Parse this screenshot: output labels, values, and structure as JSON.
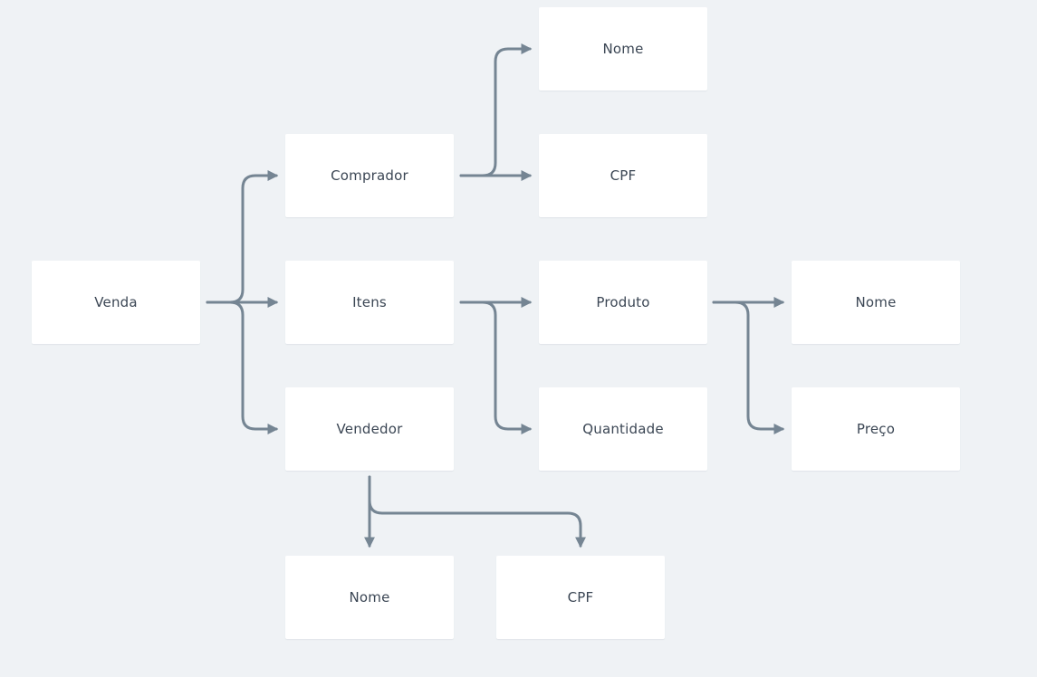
{
  "colors": {
    "background": "#eff2f5",
    "node_fill": "#ffffff",
    "node_text": "#3b4654",
    "connector": "#758593"
  },
  "nodes": {
    "venda": "Venda",
    "comprador": "Comprador",
    "itens": "Itens",
    "vendedor": "Vendedor",
    "comprador_nome": "Nome",
    "comprador_cpf": "CPF",
    "produto": "Produto",
    "quantidade": "Quantidade",
    "produto_nome": "Nome",
    "produto_preco": "Preço",
    "vendedor_nome": "Nome",
    "vendedor_cpf": "CPF"
  }
}
